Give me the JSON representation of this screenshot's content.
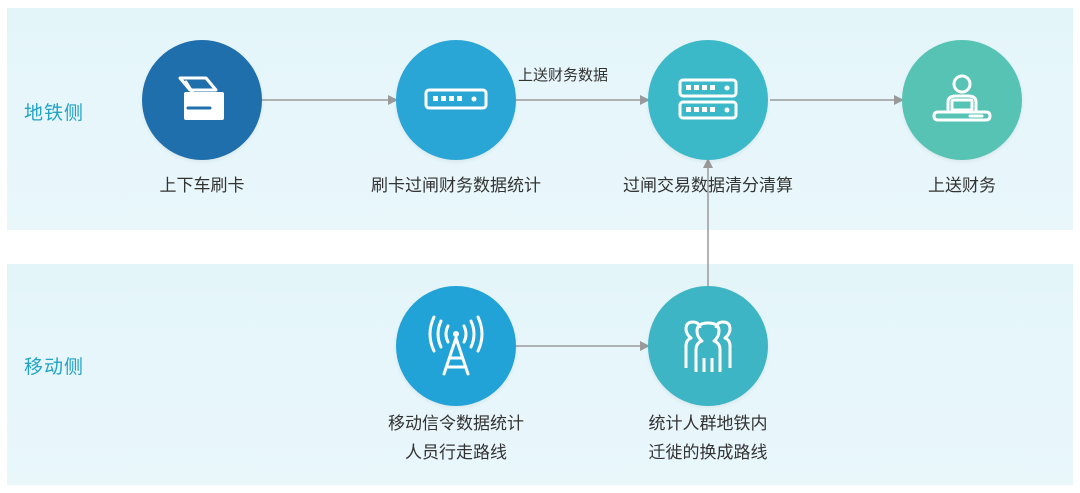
{
  "bands": {
    "metro": {
      "label": "地铁侧"
    },
    "mobile": {
      "label": "移动侧"
    }
  },
  "nodes": [
    {
      "id": "card-swipe",
      "label": "上下车刷卡",
      "icon": "card-swipe-icon",
      "color": "#1f6fad"
    },
    {
      "id": "gate-stats",
      "label": "刷卡过闸财务数据统计",
      "icon": "card-reader-icon",
      "color": "#29a6d6"
    },
    {
      "id": "clearing",
      "label": "过闸交易数据清分清算",
      "icon": "server-icon",
      "color": "#3cb9c9"
    },
    {
      "id": "finance",
      "label": "上送财务",
      "icon": "user-laptop-icon",
      "color": "#56c3b4"
    },
    {
      "id": "signal-stats",
      "label_lines": [
        "移动信令数据统计",
        "人员行走路线"
      ],
      "icon": "signal-tower-icon",
      "color": "#22a3d8"
    },
    {
      "id": "crowd-stats",
      "label_lines": [
        "统计人群地铁内",
        "迁徙的换成路线"
      ],
      "icon": "crowd-icon",
      "color": "#3db5c4"
    }
  ],
  "edges": [
    {
      "from": "card-swipe",
      "to": "gate-stats",
      "label": ""
    },
    {
      "from": "gate-stats",
      "to": "clearing",
      "label": "上送财务数据"
    },
    {
      "from": "clearing",
      "to": "finance",
      "label": ""
    },
    {
      "from": "signal-stats",
      "to": "crowd-stats",
      "label": ""
    },
    {
      "from": "crowd-stats",
      "to": "clearing",
      "label": ""
    }
  ],
  "colors": {
    "arrow": "#9a9a9a",
    "band": "#e6f6fa",
    "band_label": "#21a3c6"
  }
}
